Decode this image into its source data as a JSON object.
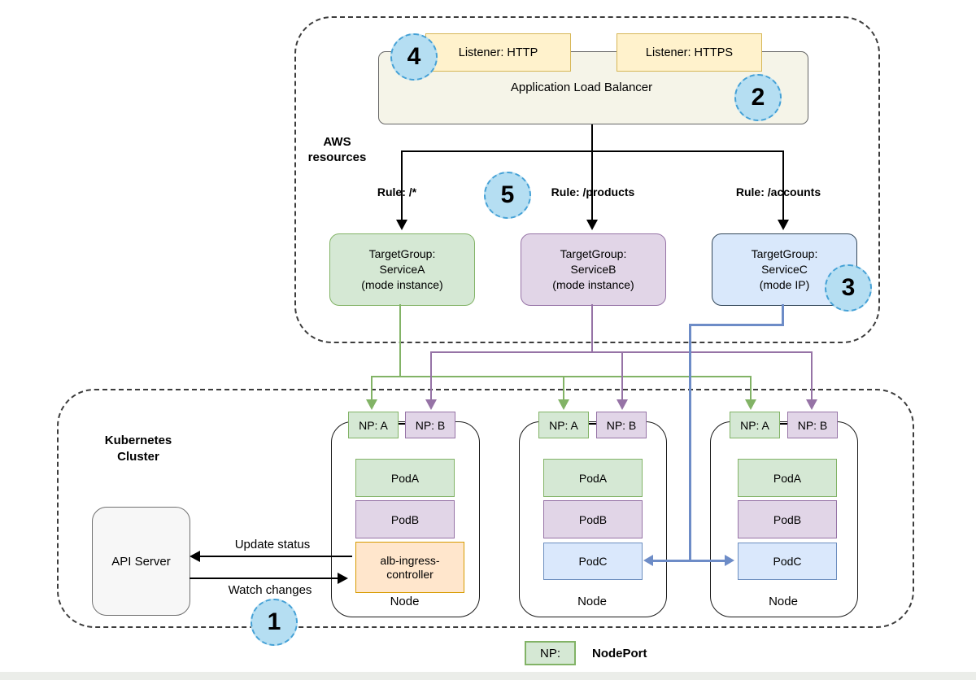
{
  "aws": {
    "section_label": [
      "AWS",
      "resources"
    ],
    "alb": {
      "title": "Application Load Balancer",
      "listeners": [
        "Listener: HTTP",
        "Listener: HTTPS"
      ]
    },
    "rules": [
      "Rule: /*",
      "Rule: /products",
      "Rule: /accounts"
    ],
    "target_groups": [
      {
        "title": "TargetGroup:",
        "service": "ServiceA",
        "mode": "(mode instance)"
      },
      {
        "title": "TargetGroup:",
        "service": "ServiceB",
        "mode": "(mode instance)"
      },
      {
        "title": "TargetGroup:",
        "service": "ServiceC",
        "mode": "(mode IP)"
      }
    ]
  },
  "kubernetes": {
    "section_label": [
      "Kubernetes",
      "Cluster"
    ],
    "api_server": "API Server",
    "update_status_label": "Update status",
    "watch_changes_label": "Watch changes",
    "nodes": [
      {
        "label": "Node",
        "nodeports": [
          "NP: A",
          "NP: B"
        ],
        "pods": [
          "PodA",
          "PodB",
          "alb-ingress-controller"
        ]
      },
      {
        "label": "Node",
        "nodeports": [
          "NP: A",
          "NP: B"
        ],
        "pods": [
          "PodA",
          "PodB",
          "PodC"
        ]
      },
      {
        "label": "Node",
        "nodeports": [
          "NP: A",
          "NP: B"
        ],
        "pods": [
          "PodA",
          "PodB",
          "PodC"
        ]
      }
    ]
  },
  "annotations": [
    "1",
    "2",
    "3",
    "4",
    "5"
  ],
  "legend": {
    "key": "NP:",
    "value": "NodePort"
  },
  "colors": {
    "green_fill": "#d5e8d4",
    "green_stroke": "#82b366",
    "purple_fill": "#e1d5e7",
    "purple_stroke": "#9673a6",
    "blue_fill": "#dae8fc",
    "blue_stroke": "#6c8ebf",
    "blue_line": "#6d8cc7",
    "orange_fill": "#ffe6cc",
    "orange_stroke": "#d79b00",
    "yellow_fill": "#fff2cc",
    "yellow_stroke": "#d6b656",
    "alb_fill": "#f5f4e8",
    "servicec_stroke": "#33475a",
    "annotation_fill": "#b5def2",
    "annotation_stroke": "#45a1d6"
  }
}
